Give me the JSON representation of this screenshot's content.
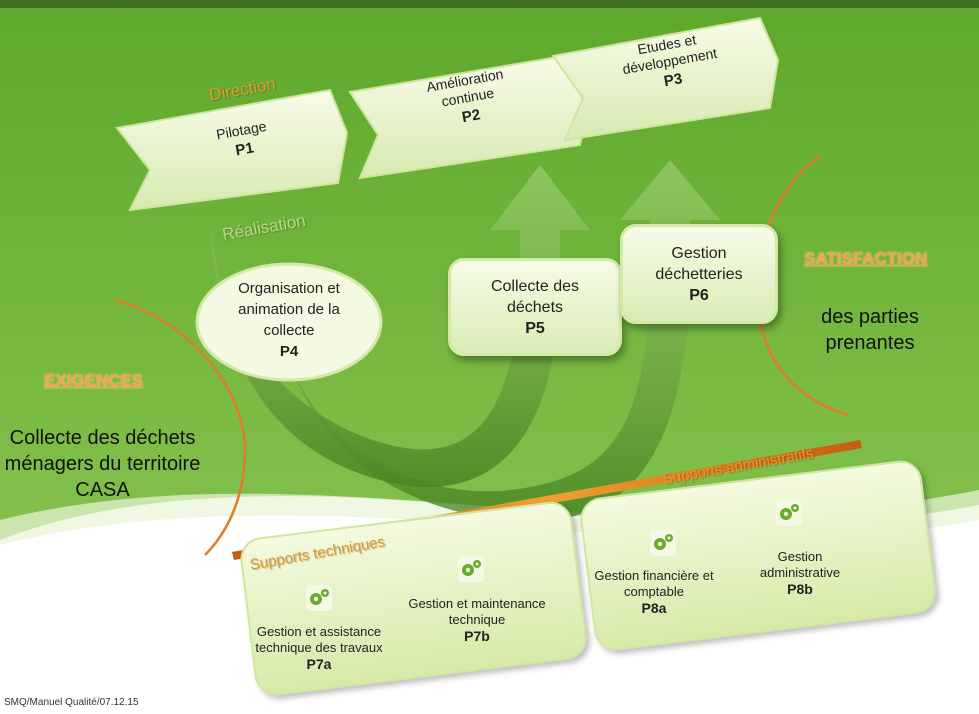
{
  "colors": {
    "background": "#6fb13c",
    "accent_orange": "#e1992f",
    "box_fill": "#eef7d6"
  },
  "direction_label": "Direction",
  "realisation_label": "Réalisation",
  "chevrons": [
    {
      "title": "Pilotage",
      "code": "P1"
    },
    {
      "title": "Amélioration continue",
      "code": "P2"
    },
    {
      "title": "Etudes et développement",
      "code": "P3"
    }
  ],
  "processes": {
    "p4": {
      "title": "Organisation et animation de la collecte",
      "code": "P4"
    },
    "p5": {
      "title": "Collecte des déchets",
      "code": "P5"
    },
    "p6": {
      "title": "Gestion déchetteries",
      "code": "P6"
    }
  },
  "exigences": {
    "label": "EXIGENCES",
    "text": "Collecte des déchets ménagers du territoire CASA"
  },
  "satisfaction": {
    "label": "SATISFACTION",
    "text": "des parties prenantes"
  },
  "supports_techniques": {
    "label": "Supports techniques",
    "items": [
      {
        "title": "Gestion et assistance technique des travaux",
        "code": "P7a",
        "icon": "gears-icon"
      },
      {
        "title": "Gestion et maintenance technique",
        "code": "P7b",
        "icon": "gears-icon"
      }
    ]
  },
  "supports_administratifs": {
    "label": "Supports administratifs",
    "items": [
      {
        "title": "Gestion financière et comptable",
        "code": "P8a",
        "icon": "gears-icon"
      },
      {
        "title": "Gestion administrative",
        "code": "P8b",
        "icon": "gears-icon"
      }
    ]
  },
  "footer": "SMQ/Manuel  Qualité/07.12.15"
}
